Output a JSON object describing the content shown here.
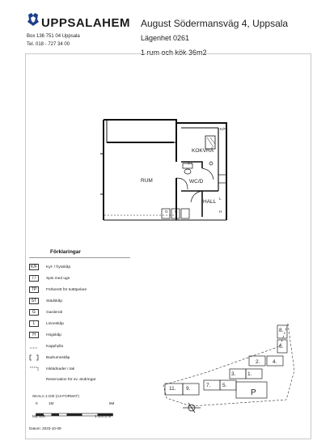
{
  "header": {
    "brand": "UPPSALAHEM",
    "address_line1": "Box 136  751 04 Uppsala",
    "address_line2": "Tel. 018 - 727 34 00",
    "title": "August Södermansväg 4, Uppsala",
    "apartment": "Lägenhet 0261",
    "size": "1 rum och kök  36m2"
  },
  "plan": {
    "rooms": {
      "rum": "RUM",
      "kokvra": "KOKVRÅ",
      "wc": "WC/D",
      "hall": "HALL"
    },
    "symbols": {
      "kf": "K/F",
      "st": "ST",
      "g": "G",
      "l": "L",
      "h": "H"
    }
  },
  "legend": {
    "title": "Förklaringar",
    "items": [
      {
        "symbol": "K/F",
        "label": "Kyl- / frysskåp"
      },
      {
        "symbol": "/ /",
        "label": "Spis med ugn"
      },
      {
        "symbol": "TP",
        "label": "Förberett för tvättpelare"
      },
      {
        "symbol": "ST",
        "label": "Städskåp"
      },
      {
        "symbol": "G",
        "label": "Garderob"
      },
      {
        "symbol": "L",
        "label": "Linneskåp"
      },
      {
        "symbol": "H",
        "label": "Högskåp"
      },
      {
        "symbol": "",
        "label": "Kapphylla"
      },
      {
        "symbol": "",
        "label": "Badrumsskåp"
      },
      {
        "symbol": "",
        "label": "Inklädnader i tak"
      },
      {
        "symbol": "",
        "label": "Reservation för ev. ändringar"
      }
    ]
  },
  "scale": {
    "label": "SKALA 1:100 (A4-FORMAT)",
    "tick0": "0",
    "tick1": "1M",
    "tick5": "5M",
    "unit_left": "METER",
    "unit_right": "1 cm=1 m"
  },
  "date": "Datum: 2023-10-09",
  "site": {
    "buildings": [
      "8.",
      "6.",
      "2.",
      "4.",
      "3.",
      "1.",
      "7.",
      "5.",
      "11.",
      "9.",
      "P"
    ]
  }
}
